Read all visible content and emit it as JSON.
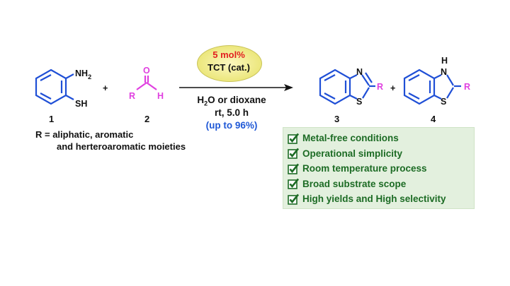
{
  "reactants": {
    "compound1": {
      "number": "1",
      "nh2": "NH",
      "nh2_sub": "2",
      "sh": "SH"
    },
    "plus": "+",
    "compound2": {
      "number": "2",
      "o": "O",
      "r": "R",
      "h": "H"
    }
  },
  "catalyst": {
    "loading": "5 mol%",
    "name": "TCT (cat.)"
  },
  "conditions": {
    "solvent_h": "H",
    "solvent_sub": "2",
    "solvent_rest": "O or dioxane",
    "time": "rt, 5.0 h",
    "yield": "(up to 96%)"
  },
  "products": {
    "compound3": {
      "number": "3",
      "n": "N",
      "s": "S",
      "r": "R"
    },
    "plus": "+",
    "compound4": {
      "number": "4",
      "nh": "H",
      "n": "N",
      "s": "S",
      "r": "R"
    }
  },
  "scope_note": {
    "line1": "R = aliphatic, aromatic",
    "line2": "and herteroaromatic moieties"
  },
  "benefits": [
    "Metal-free conditions",
    "Operational simplicity",
    "Room temperature process",
    "Broad substrate scope",
    "High yields and High selectivity"
  ],
  "colors": {
    "aldehyde": "#e040e0",
    "nitrogen_sulfur": "#1f4fd6",
    "catalyst_loading": "#e21f1f",
    "yield": "#1f58d6",
    "benefit_text": "#1c6b24",
    "benefit_box": "#e3f0de"
  },
  "icons": {
    "benefit_marker": "checkbox-check-icon"
  }
}
